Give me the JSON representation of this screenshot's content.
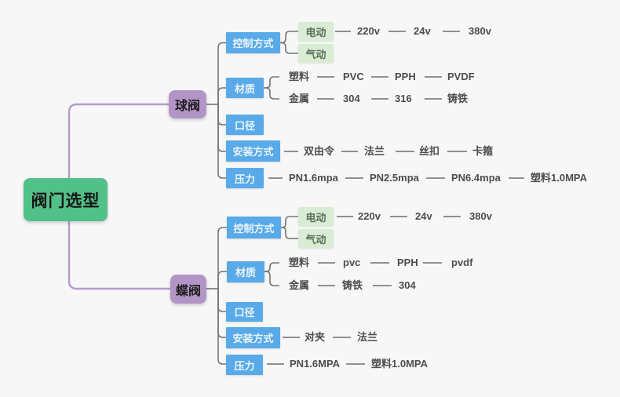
{
  "root": {
    "label": "阀门选型"
  },
  "branches": [
    {
      "label": "球阀",
      "children": [
        {
          "label": "控制方式",
          "groups": [
            {
              "label": "电动",
              "leaves": [
                "220v",
                "24v",
                "380v"
              ]
            },
            {
              "label": "气动",
              "leaves": []
            }
          ]
        },
        {
          "label": "材质",
          "groups": [
            {
              "label": "塑料",
              "leaves": [
                "PVC",
                "PPH",
                "PVDF"
              ]
            },
            {
              "label": "金属",
              "leaves": [
                "304",
                "316",
                "铸铁"
              ]
            }
          ]
        },
        {
          "label": "口径",
          "leaves": []
        },
        {
          "label": "安装方式",
          "leaves": [
            "双由令",
            "法兰",
            "丝扣",
            "卡箍"
          ]
        },
        {
          "label": "压力",
          "leaves": [
            "PN1.6mpa",
            "PN2.5mpa",
            "PN6.4mpa",
            "塑料1.0MPA"
          ]
        }
      ]
    },
    {
      "label": "蝶阀",
      "children": [
        {
          "label": "控制方式",
          "groups": [
            {
              "label": "电动",
              "leaves": [
                "220v",
                "24v",
                "380v"
              ]
            },
            {
              "label": "气动",
              "leaves": []
            }
          ]
        },
        {
          "label": "材质",
          "groups": [
            {
              "label": "塑料",
              "leaves": [
                "pvc",
                "PPH",
                "pvdf"
              ]
            },
            {
              "label": "金属",
              "leaves": [
                "铸铁",
                "304"
              ]
            }
          ]
        },
        {
          "label": "口径",
          "leaves": []
        },
        {
          "label": "安装方式",
          "leaves": [
            "对夹",
            "法兰"
          ]
        },
        {
          "label": "压力",
          "leaves": [
            "PN1.6MPA",
            "塑料1.0MPA"
          ]
        }
      ]
    }
  ],
  "colors": {
    "background": "#f7f7f7",
    "root_node": "#52c189",
    "branch_node": "#b295c6",
    "category_node": "#58aae8",
    "subnode": "#d8edd3",
    "purple_line": "#b49cce",
    "gray_line": "#757575",
    "segment_line": "#909090",
    "leaf_text": "#4d4d4d"
  }
}
